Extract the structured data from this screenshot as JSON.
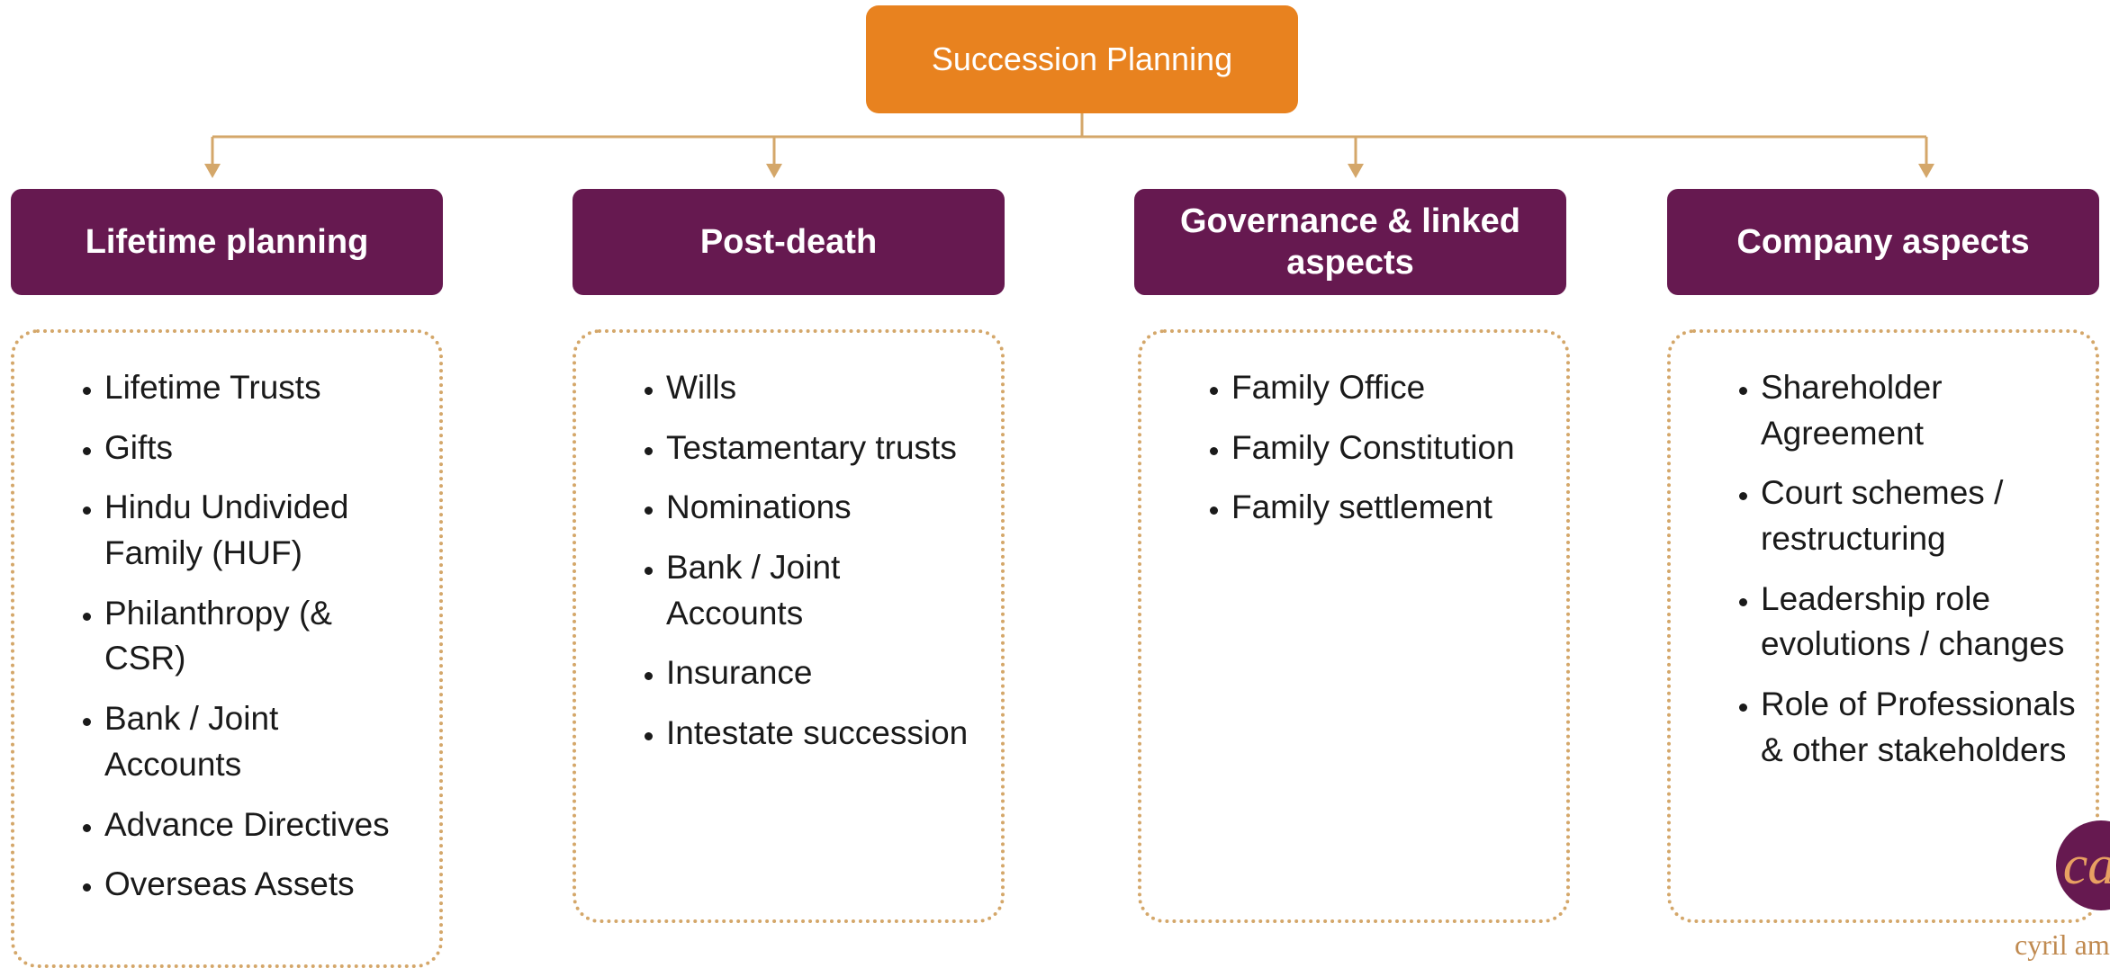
{
  "root": {
    "label": "Succession Planning"
  },
  "categories": [
    {
      "title": "Lifetime planning",
      "items": [
        "Lifetime Trusts",
        "Gifts",
        "Hindu Undivided Family (HUF)",
        "Philanthropy (& CSR)",
        "Bank / Joint Accounts",
        "Advance Directives",
        "Overseas Assets"
      ]
    },
    {
      "title": "Post-death",
      "items": [
        "Wills",
        "Testamentary trusts",
        "Nominations",
        "Bank / Joint Accounts",
        "Insurance",
        "Intestate succession"
      ]
    },
    {
      "title": "Governance & linked aspects",
      "items": [
        "Family Office",
        "Family Constitution",
        "Family settlement"
      ]
    },
    {
      "title": "Company aspects",
      "items": [
        "Shareholder Agreement",
        "Court schemes / restructuring",
        "Leadership role evolutions / changes",
        "Role of Professionals & other stakeholders"
      ]
    }
  ],
  "logo": {
    "text": "cyril am",
    "mark": "ca"
  },
  "colors": {
    "root": "#e8821f",
    "category": "#661950",
    "connector": "#d4a76a",
    "border": "#d4a76a"
  }
}
